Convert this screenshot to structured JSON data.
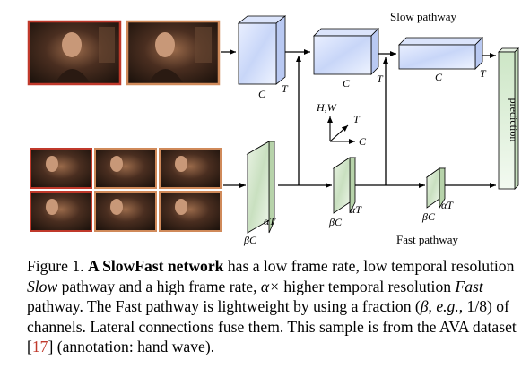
{
  "diagram": {
    "slow_label": "Slow pathway",
    "fast_label": "Fast pathway",
    "prediction_label": "prediction",
    "slow_block_labels": [
      {
        "c": "C",
        "t": "T"
      },
      {
        "c": "C",
        "t": "T"
      },
      {
        "c": "C",
        "t": "T"
      }
    ],
    "fast_block_labels": [
      {
        "c": "βC",
        "t": "αT"
      },
      {
        "c": "βC",
        "t": "αT"
      },
      {
        "c": "βC",
        "t": "αT"
      }
    ],
    "axes": {
      "hw": "H,W",
      "t": "T",
      "c": "C"
    },
    "colors": {
      "slow_block": "#cfd9f7",
      "fast_block": "#d6e8cf",
      "prediction": "#dff0dc",
      "frame_border_slow": "#c0392b",
      "frame_border_fast": "#d08a5a"
    }
  },
  "caption": {
    "figure_label": "Figure 1.",
    "bold_title": "A SlowFast network",
    "text_1": " has a low frame rate, low temporal resolution ",
    "italic_slow": "Slow",
    "text_2": " pathway and a high frame rate, ",
    "alpha": "α×",
    "text_3": " higher temporal resolution ",
    "italic_fast": "Fast",
    "text_4": " pathway. The Fast pathway is lightweight by using a fraction (",
    "beta": "β",
    "text_5": ", ",
    "eg": "e.g.",
    "text_6": ", 1/8) of channels. Lateral connections fuse them. This sample is from the AVA dataset [",
    "ref": "17",
    "text_7": "] (annotation: hand wave)."
  }
}
